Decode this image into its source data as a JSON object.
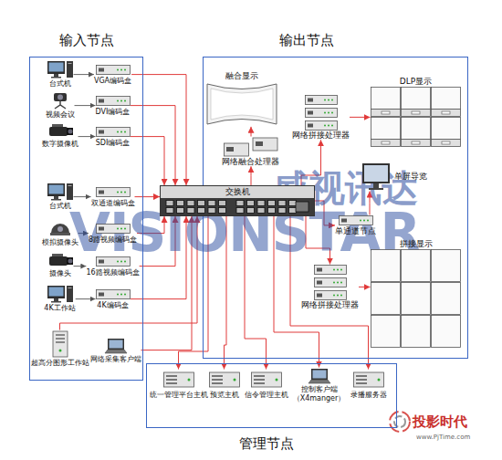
{
  "diagram": {
    "nodes": [
      {
        "text": [
          "输入节点"
        ]
      },
      {
        "text": [
          "输出节点"
        ]
      },
      {
        "text": [
          "管理节点"
        ]
      },
      {
        "text": [
          "交换机"
        ]
      },
      {
        "text": [
          "台式机"
        ],
        "in": 0
      },
      {
        "text": [
          "VGA编码盒"
        ],
        "in": 0
      },
      {
        "text": [
          "视频会议"
        ],
        "in": 0
      },
      {
        "text": [
          "DVI编码盒"
        ],
        "in": 0
      },
      {
        "text": [
          "数字摄像机"
        ],
        "in": 0
      },
      {
        "text": [
          "SDI编码盒"
        ],
        "in": 0
      },
      {
        "text": [
          "台式机"
        ],
        "in": 0
      },
      {
        "text": [
          "双通道编码盒"
        ],
        "in": 0
      },
      {
        "text": [
          "模拟摄像头"
        ],
        "in": 0
      },
      {
        "text": [
          "8路视频编码盒"
        ],
        "in": 0
      },
      {
        "text": [
          "摄像头"
        ],
        "in": 0
      },
      {
        "text": [
          "16路视频编码盒"
        ],
        "in": 0
      },
      {
        "text": [
          "4K工作站"
        ],
        "in": 0
      },
      {
        "text": [
          "4K编码盒"
        ],
        "in": 0
      },
      {
        "text": [
          "超高分图形工作站"
        ],
        "in": 0
      },
      {
        "text": [
          "网络采集客户端"
        ],
        "in": 0
      },
      {
        "text": [
          "融合显示"
        ],
        "in": 1
      },
      {
        "text": [
          "网络融合处理器"
        ],
        "in": 1
      },
      {
        "text": [
          "DLP显示"
        ],
        "in": 1
      },
      {
        "text": [
          "网络拼接处理器"
        ],
        "in": 1
      },
      {
        "text": [
          "单屏导览"
        ],
        "in": 1
      },
      {
        "text": [
          "单通道节点"
        ],
        "in": 1
      },
      {
        "text": [
          "拼接显示"
        ],
        "in": 1
      },
      {
        "text": [
          "网络拼接处理器"
        ],
        "in": 1
      },
      {
        "text": [
          "统一管理平台主机"
        ],
        "in": 2
      },
      {
        "text": [
          "预览主机"
        ],
        "in": 2
      },
      {
        "text": [
          "信令管理主机"
        ],
        "in": 2
      },
      {
        "text": [
          "控制客户端",
          "（X4manger）"
        ],
        "in": 2
      },
      {
        "text": [
          "录播服务器"
        ],
        "in": 2
      }
    ],
    "edges": [
      {
        "from": 4,
        "to": 5,
        "arrow": "to"
      },
      {
        "from": 6,
        "to": 7,
        "arrow": "to"
      },
      {
        "from": 8,
        "to": 9,
        "arrow": "to"
      },
      {
        "from": 10,
        "to": 11,
        "arrow": "to"
      },
      {
        "from": 12,
        "to": 13,
        "arrow": "to"
      },
      {
        "from": 14,
        "to": 15,
        "arrow": "to"
      },
      {
        "from": 16,
        "to": 17,
        "arrow": "to"
      },
      {
        "from": 5,
        "to": 3,
        "arrow": "to"
      },
      {
        "from": 7,
        "to": 3,
        "arrow": "to"
      },
      {
        "from": 9,
        "to": 3,
        "arrow": "to"
      },
      {
        "from": 11,
        "to": 3,
        "arrow": "to"
      },
      {
        "from": 13,
        "to": 3,
        "arrow": "to"
      },
      {
        "from": 15,
        "to": 3,
        "arrow": "to"
      },
      {
        "from": 17,
        "to": 3,
        "arrow": "to"
      },
      {
        "from": 18,
        "to": 3,
        "arrow": "to"
      },
      {
        "from": 19,
        "to": 3,
        "arrow": "to"
      },
      {
        "from": 3,
        "to": 21,
        "arrow": "to"
      },
      {
        "from": 21,
        "to": 20,
        "arrow": "to"
      },
      {
        "from": 3,
        "to": 23,
        "arrow": "to"
      },
      {
        "from": 23,
        "to": 22,
        "arrow": "to"
      },
      {
        "from": 3,
        "to": 25,
        "arrow": "to"
      },
      {
        "from": 25,
        "to": 24,
        "arrow": "to"
      },
      {
        "from": 3,
        "to": 27,
        "arrow": "to"
      },
      {
        "from": 27,
        "to": 26,
        "arrow": "to"
      },
      {
        "from": 3,
        "to": 28,
        "arrow": "to"
      },
      {
        "from": 3,
        "to": 29,
        "arrow": "to"
      },
      {
        "from": 3,
        "to": 30,
        "arrow": "to"
      },
      {
        "from": 3,
        "to": 31,
        "arrow": "to"
      },
      {
        "from": 3,
        "to": 32,
        "arrow": "to"
      }
    ],
    "labels": [
      "威视讯达",
      "VISIONSTAR",
      "投影时代",
      "www.PjTime.com"
    ]
  }
}
